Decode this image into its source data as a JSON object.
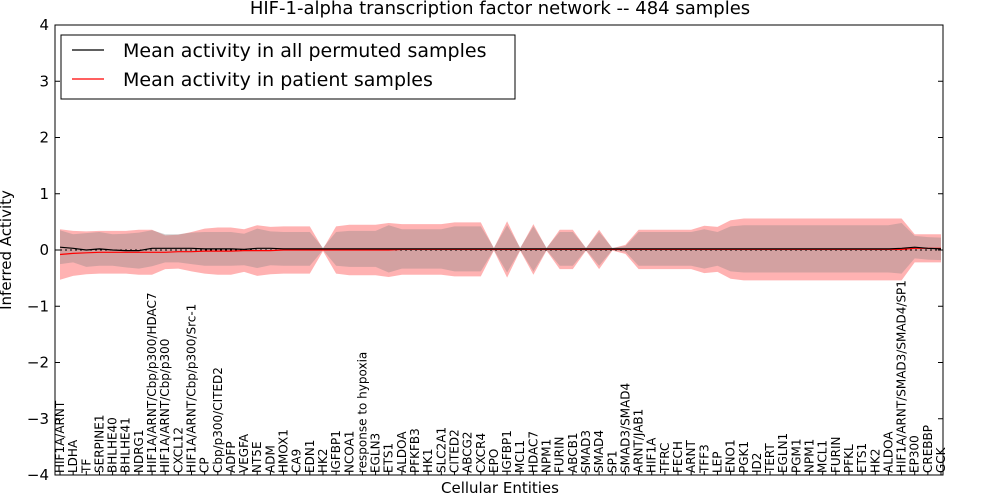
{
  "chart_data": {
    "type": "line",
    "title": "HIF-1-alpha transcription factor network -- 484 samples",
    "xlabel": "Cellular Entities",
    "ylabel": "Inferred Activity",
    "ylim": [
      -4,
      4
    ],
    "yticks": [
      -4,
      -3,
      -2,
      -1,
      0,
      1,
      2,
      3,
      4
    ],
    "grid": false,
    "legend_position": "top-left",
    "categories": [
      "HIF1A/ARNT",
      "LDHA",
      "TF",
      "SERPINE1",
      "BHLHE40",
      "BHLHE41",
      "NDRG1",
      "HIF1A/ARNT/Cbp/p300/HDAC7",
      "HIF1A/ARNT/Cbp/p300",
      "CXCL12",
      "HIF1A/ARNT/Cbp/p300/Src-1",
      "CP",
      "Cbp/p300/CITED2",
      "ADFP",
      "VEGFA",
      "NT5E",
      "ADM",
      "HMOX1",
      "CA9",
      "EDN1",
      "HK2",
      "IGFBP1",
      "NCOA1",
      "response to hypoxia",
      "EGLN3",
      "ETS1",
      "ALDOA",
      "PFKFB3",
      "HK1",
      "SLC2A1",
      "CITED2",
      "ABCG2",
      "CXCR4",
      "EPO",
      "IGFBP1",
      "MCL1",
      "HDAC7",
      "NPM1",
      "FURIN",
      "ABCB1",
      "SMAD3",
      "SMAD4",
      "SP1",
      "SMAD3/SMAD4",
      "ARNT/JAB1",
      "HIF1A",
      "TFRC",
      "FECH",
      "ARNT",
      "TFF3",
      "LEP",
      "ENO1",
      "PGK1",
      "ID2",
      "TERT",
      "EGLN1",
      "PGM1",
      "NPM1",
      "MCL1",
      "FURIN",
      "PFKL",
      "ETS1",
      "HK2",
      "ALDOA",
      "HIF1A/ARNT/SMAD3/SMAD4/SP1",
      "EP300",
      "CREBBP",
      "GCK"
    ],
    "series": [
      {
        "name": "Mean activity in all permuted samples",
        "color": "#000000",
        "values": [
          0.05,
          0.03,
          0.0,
          0.02,
          0.0,
          -0.01,
          -0.01,
          0.03,
          0.03,
          0.03,
          0.03,
          0.02,
          0.02,
          0.02,
          0.01,
          0.03,
          0.03,
          0.02,
          0.02,
          0.02,
          0.02,
          0.02,
          0.02,
          0.02,
          0.02,
          0.02,
          0.02,
          0.02,
          0.02,
          0.02,
          0.02,
          0.02,
          0.02,
          0.02,
          0.02,
          0.02,
          0.02,
          0.02,
          0.02,
          0.02,
          0.02,
          0.02,
          0.02,
          0.02,
          0.02,
          0.02,
          0.02,
          0.02,
          0.02,
          0.02,
          0.02,
          0.02,
          0.02,
          0.02,
          0.02,
          0.02,
          0.02,
          0.02,
          0.02,
          0.02,
          0.02,
          0.02,
          0.02,
          0.02,
          0.03,
          0.05,
          0.03,
          0.02
        ],
        "band": [
          0.3,
          0.25,
          0.3,
          0.3,
          0.28,
          0.3,
          0.32,
          0.32,
          0.25,
          0.25,
          0.28,
          0.3,
          0.3,
          0.3,
          0.28,
          0.35,
          0.3,
          0.3,
          0.3,
          0.3,
          0.02,
          0.3,
          0.32,
          0.32,
          0.32,
          0.42,
          0.35,
          0.35,
          0.35,
          0.35,
          0.4,
          0.4,
          0.4,
          0.02,
          0.42,
          0.02,
          0.4,
          0.02,
          0.3,
          0.3,
          0.02,
          0.3,
          0.02,
          0.05,
          0.3,
          0.3,
          0.3,
          0.3,
          0.3,
          0.35,
          0.3,
          0.4,
          0.42,
          0.42,
          0.42,
          0.42,
          0.42,
          0.42,
          0.42,
          0.42,
          0.42,
          0.42,
          0.42,
          0.42,
          0.45,
          0.2,
          0.2,
          0.2
        ]
      },
      {
        "name": "Mean activity in patient samples",
        "color": "#ff0000",
        "values": [
          -0.08,
          -0.06,
          -0.05,
          -0.04,
          -0.04,
          -0.04,
          -0.04,
          -0.04,
          -0.04,
          -0.03,
          -0.03,
          -0.02,
          -0.02,
          -0.02,
          -0.01,
          -0.01,
          -0.01,
          0.0,
          0.0,
          0.0,
          0.0,
          0.0,
          0.0,
          0.0,
          0.0,
          0.0,
          0.01,
          0.01,
          0.01,
          0.01,
          0.01,
          0.01,
          0.01,
          0.01,
          0.01,
          0.01,
          0.01,
          0.01,
          0.01,
          0.01,
          0.01,
          0.01,
          0.01,
          0.01,
          0.01,
          0.01,
          0.01,
          0.01,
          0.01,
          0.01,
          0.01,
          0.01,
          0.01,
          0.01,
          0.01,
          0.01,
          0.01,
          0.01,
          0.01,
          0.01,
          0.01,
          0.01,
          0.01,
          0.01,
          0.01,
          0.03,
          0.03,
          0.03
        ],
        "band": [
          0.45,
          0.4,
          0.38,
          0.38,
          0.38,
          0.38,
          0.4,
          0.4,
          0.3,
          0.3,
          0.35,
          0.4,
          0.42,
          0.42,
          0.38,
          0.45,
          0.42,
          0.42,
          0.42,
          0.42,
          0.02,
          0.42,
          0.45,
          0.45,
          0.45,
          0.48,
          0.45,
          0.45,
          0.45,
          0.45,
          0.48,
          0.48,
          0.48,
          0.02,
          0.5,
          0.02,
          0.45,
          0.02,
          0.35,
          0.35,
          0.02,
          0.35,
          0.02,
          0.08,
          0.35,
          0.35,
          0.35,
          0.35,
          0.35,
          0.42,
          0.4,
          0.52,
          0.55,
          0.55,
          0.55,
          0.55,
          0.55,
          0.55,
          0.55,
          0.55,
          0.55,
          0.55,
          0.55,
          0.55,
          0.55,
          0.25,
          0.25,
          0.25
        ]
      }
    ],
    "reference_line": {
      "y": 0,
      "style": "dotted"
    }
  }
}
